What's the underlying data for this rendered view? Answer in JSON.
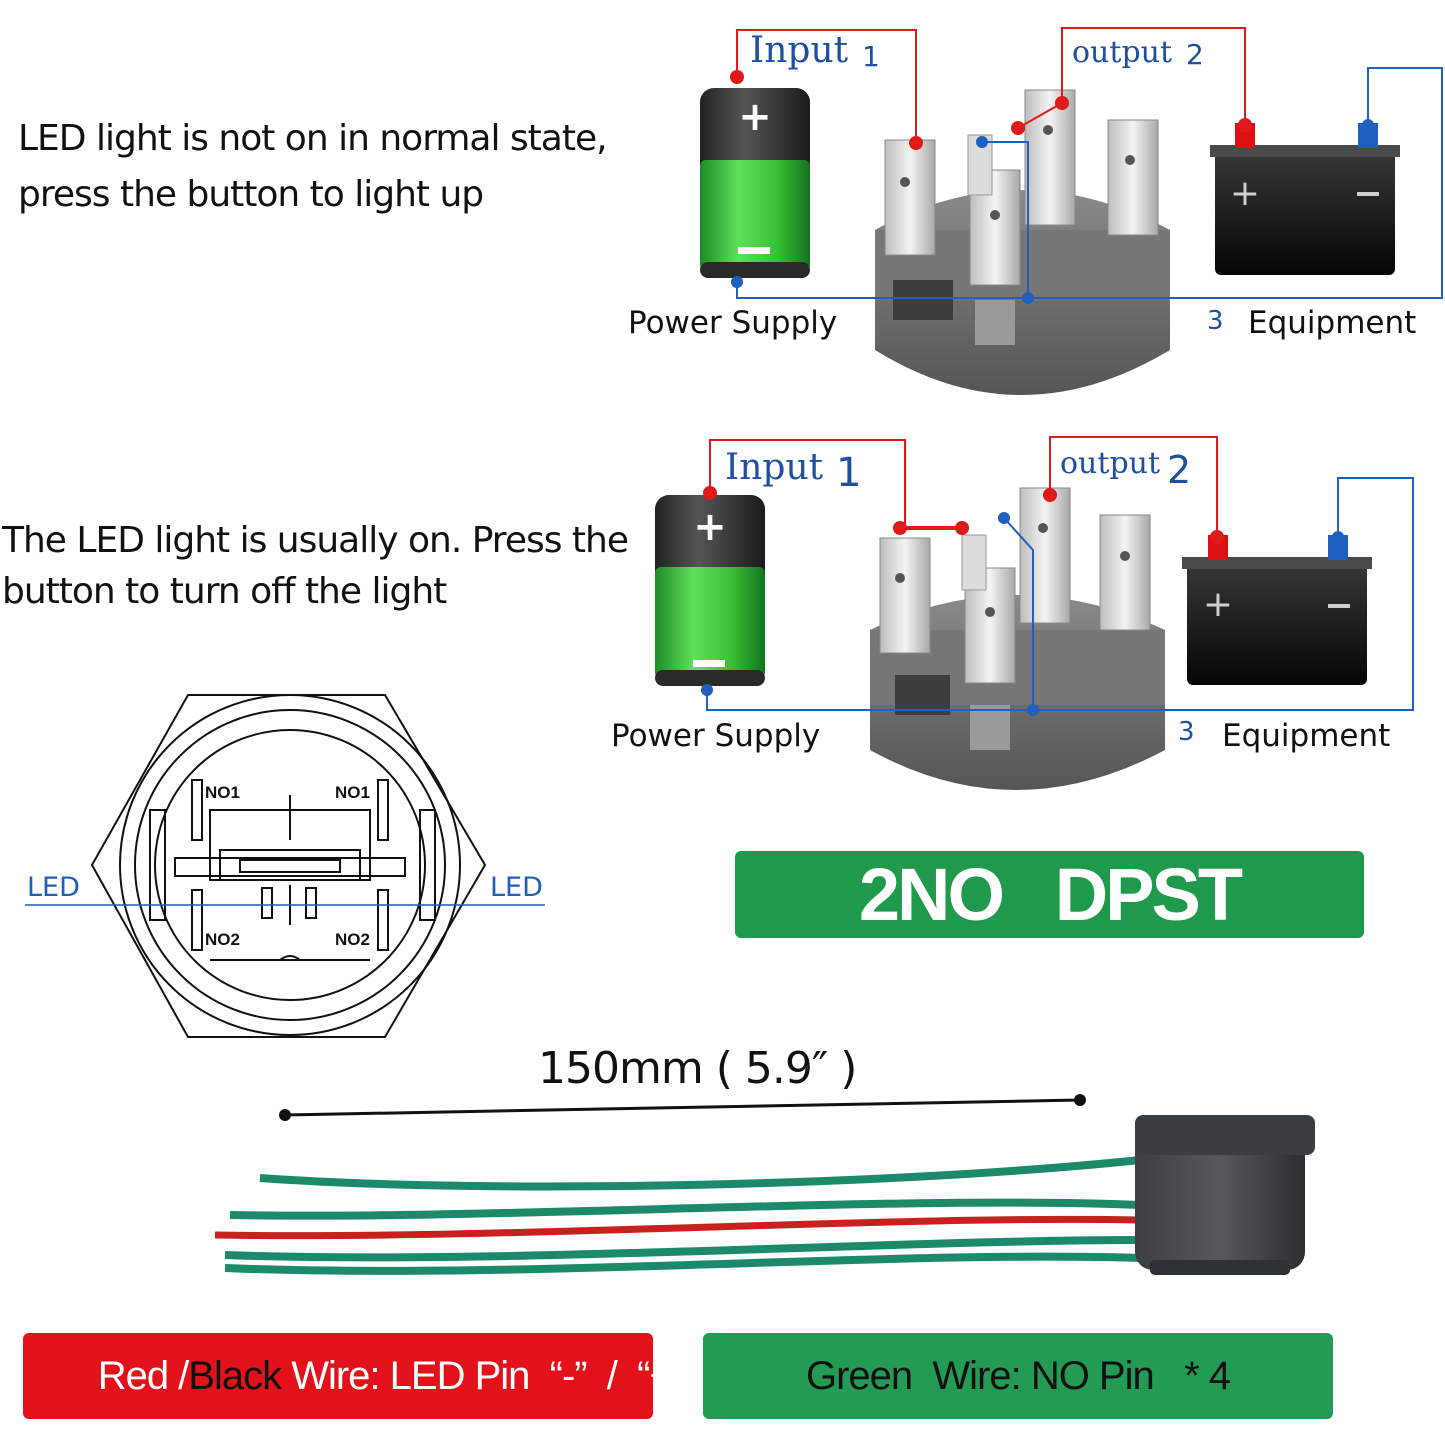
{
  "section1": {
    "description_line1": "LED light is not on in normal state,",
    "description_line2": "press the button to light up",
    "input_label": "Input",
    "input_num": "1",
    "output_label": "output",
    "output_num": "2",
    "power_supply_label": "Power Supply",
    "pin3_num": "3",
    "equipment_label": "Equipment"
  },
  "section2": {
    "description_line1": "The LED light is usually on. Press the",
    "description_line2": "button to turn off the light",
    "input_label": "Input",
    "input_num": "1",
    "output_label": "output",
    "output_num": "2",
    "power_supply_label": "Power Supply",
    "pin3_num": "3",
    "equipment_label": "Equipment"
  },
  "pinout": {
    "no1_left": "NO1",
    "no1_right": "NO1",
    "no2_left": "NO2",
    "no2_right": "NO2",
    "led_left": "LED",
    "led_right": "LED"
  },
  "type_badge": {
    "text": "2NO   DPST"
  },
  "wire_length": {
    "text": "150mm ( 5.9″ )"
  },
  "legend": {
    "red_prefix": "Red /",
    "black_word": "Black",
    "red_suffix": " Wire: LED Pin  “-”  /  “+”",
    "green_text": "Green  Wire: NO Pin   * 4"
  },
  "colors": {
    "wire_red": "#e01a1a",
    "wire_blue": "#1f5fc0",
    "badge_green": "#1f9a4c",
    "badge_red": "#e31119",
    "housing_grey": "#6b6b6b",
    "battery_green": "#3dc43a"
  }
}
